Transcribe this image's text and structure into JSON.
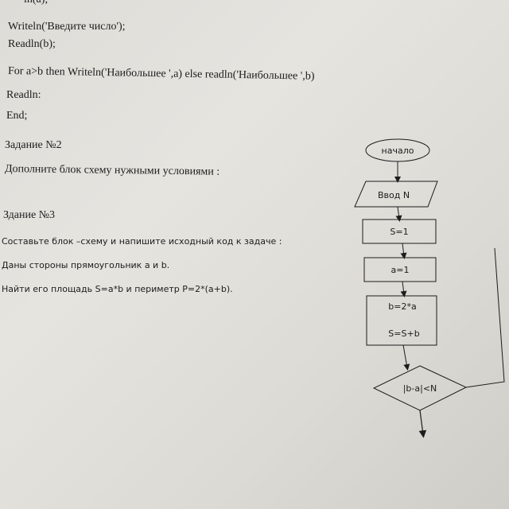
{
  "code": {
    "line_0": "ln(a);",
    "line_1": "Writeln('Введите число');",
    "line_2": "Readln(b);",
    "line_3": "For a>b then Writeln('Наибольшее ',a) else readln('Наибольшее ',b)",
    "line_4": "Readln:",
    "line_5": "End;"
  },
  "task2": {
    "title": "Задание №2",
    "text": "Дополните блок схему нужными условиями :"
  },
  "task3": {
    "title": "Здание №3",
    "text_1": "Составьте блок –схему и  напишите  исходный код к задаче :",
    "text_2": "Даны стороны прямоугольник а и b.",
    "text_3": "Найти его площадь  S=a*b  и периметр P=2*(a+b)."
  },
  "flowchart": {
    "start": "начало",
    "input": "Ввод N",
    "s_init": "S=1",
    "a_init": "a=1",
    "b_calc": "b=2*a",
    "s_calc": "S=S+b",
    "condition": "|b-a|<N"
  }
}
